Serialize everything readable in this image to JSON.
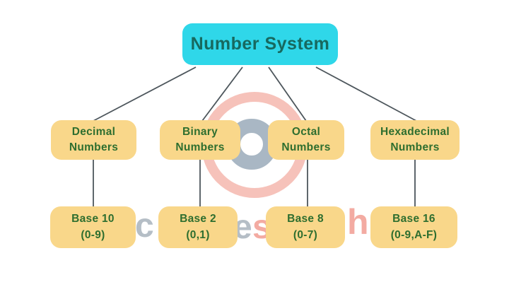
{
  "diagram": {
    "tree": {
      "root": "Number System",
      "branches": [
        {
          "name": [
            "Decimal",
            "Numbers"
          ],
          "base": [
            "Base 10",
            "(0-9)"
          ]
        },
        {
          "name": [
            "Binary",
            "Numbers"
          ],
          "base": [
            "Base 2",
            "(0,1)"
          ]
        },
        {
          "name": [
            "Octal",
            "Numbers"
          ],
          "base": [
            "Base 8",
            "(0-7)"
          ]
        },
        {
          "name": [
            "Hexadecimal",
            "Numbers"
          ],
          "base": [
            "Base 16",
            "(0-9,A-F)"
          ]
        }
      ]
    },
    "watermark": {
      "fragments": {
        "f1": "c",
        "f2": "e",
        "f3": "s",
        "f4": "h"
      }
    },
    "colors": {
      "root_box": "#2fd7e9",
      "root_text": "#17695f",
      "leaf_box": "#f9d78a",
      "leaf_text": "#2e6e2f",
      "connector": "#4d565c",
      "watermark_pink": "#f6c2ba",
      "watermark_gray": "#a9b7c4"
    }
  }
}
